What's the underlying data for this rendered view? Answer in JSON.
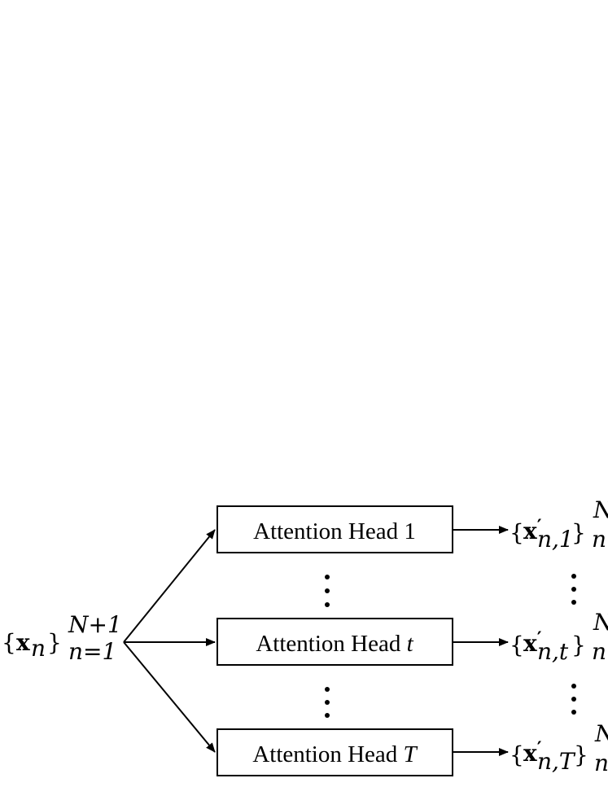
{
  "input": {
    "x": "x",
    "sub": "n",
    "sup": "N+1",
    "lower": "n=1"
  },
  "heads": [
    {
      "prefix": "Attention Head",
      "index": "1",
      "output": {
        "x": "x",
        "prime": "′",
        "sub": "n,1",
        "sup": "N",
        "lower": "n="
      }
    },
    {
      "prefix": "Attention Head",
      "index": "t",
      "output": {
        "x": "x",
        "prime": "′",
        "sub": "n,t",
        "sup": "N",
        "lower": "n="
      }
    },
    {
      "prefix": "Attention Head",
      "index": "T",
      "output": {
        "x": "x",
        "prime": "′",
        "sub": "n,T",
        "sup": "N",
        "lower": "n"
      }
    }
  ]
}
